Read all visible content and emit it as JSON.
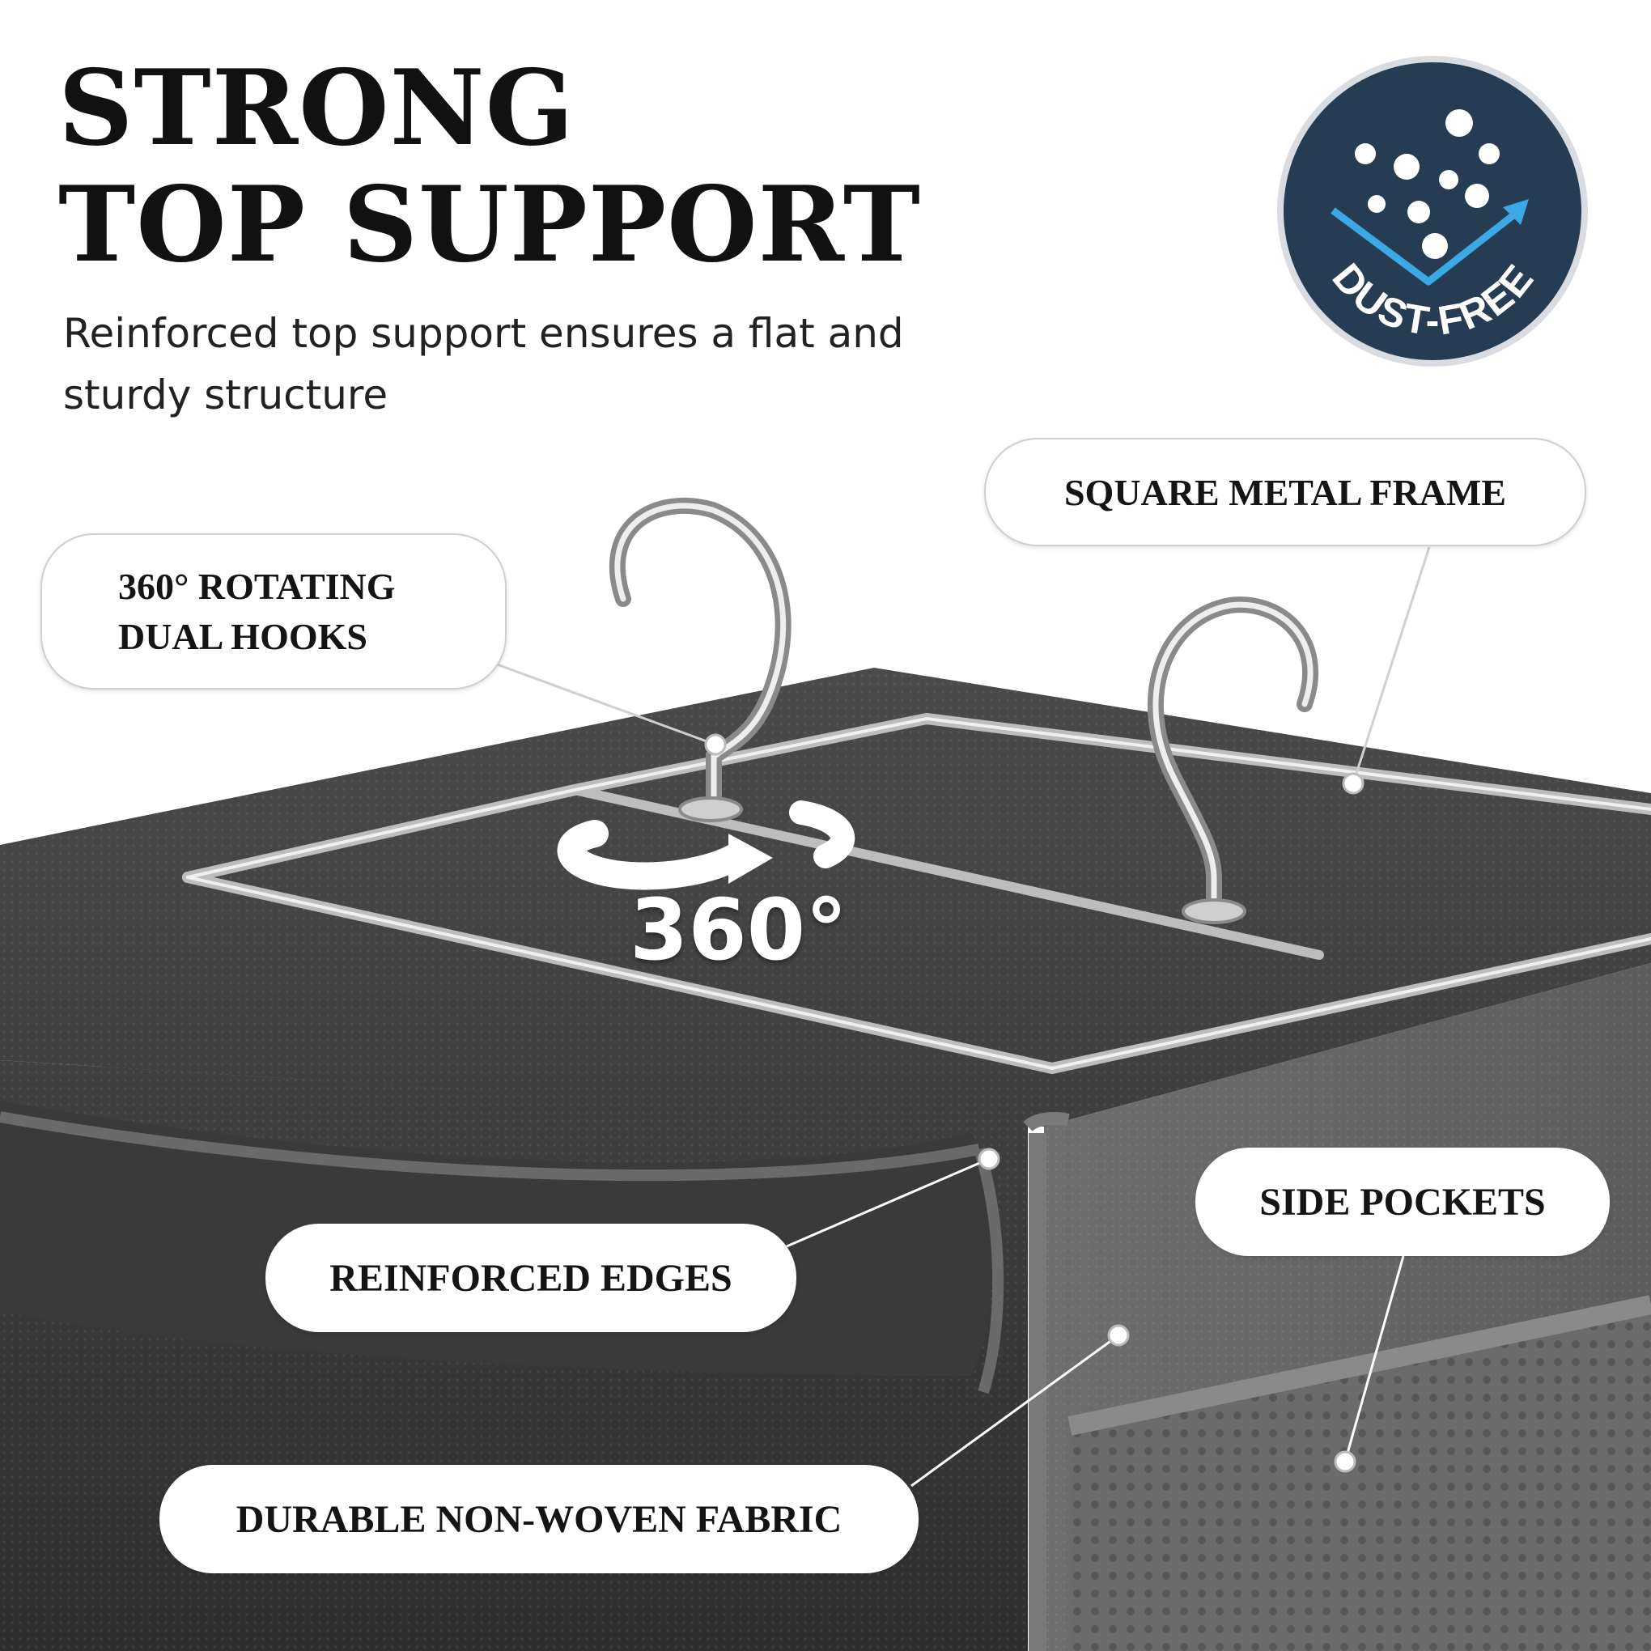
{
  "heading": {
    "line1": "STRONG",
    "line2": "TOP SUPPORT",
    "subtitle": "Reinforced top support ensures a flat and sturdy structure"
  },
  "badge": {
    "label": "DUST-FREE",
    "icon": "dust-particles-arrow-icon"
  },
  "rotation_label": "360°",
  "callouts": {
    "frame": "SQUARE METAL FRAME",
    "hooks_line1": "360° ROTATING",
    "hooks_line2": "DUAL HOOKS",
    "edges": "REINFORCED EDGES",
    "pockets": "SIDE POCKETS",
    "fabric": "DURABLE NON-WOVEN FABRIC"
  },
  "colors": {
    "fabric_dark": "#3b3b3b",
    "fabric_mid": "#555555",
    "fabric_light": "#6a6a6a",
    "badge_navy": "#263c52",
    "accent_blue": "#3aa9e6",
    "metal": "#d9d9d9"
  }
}
